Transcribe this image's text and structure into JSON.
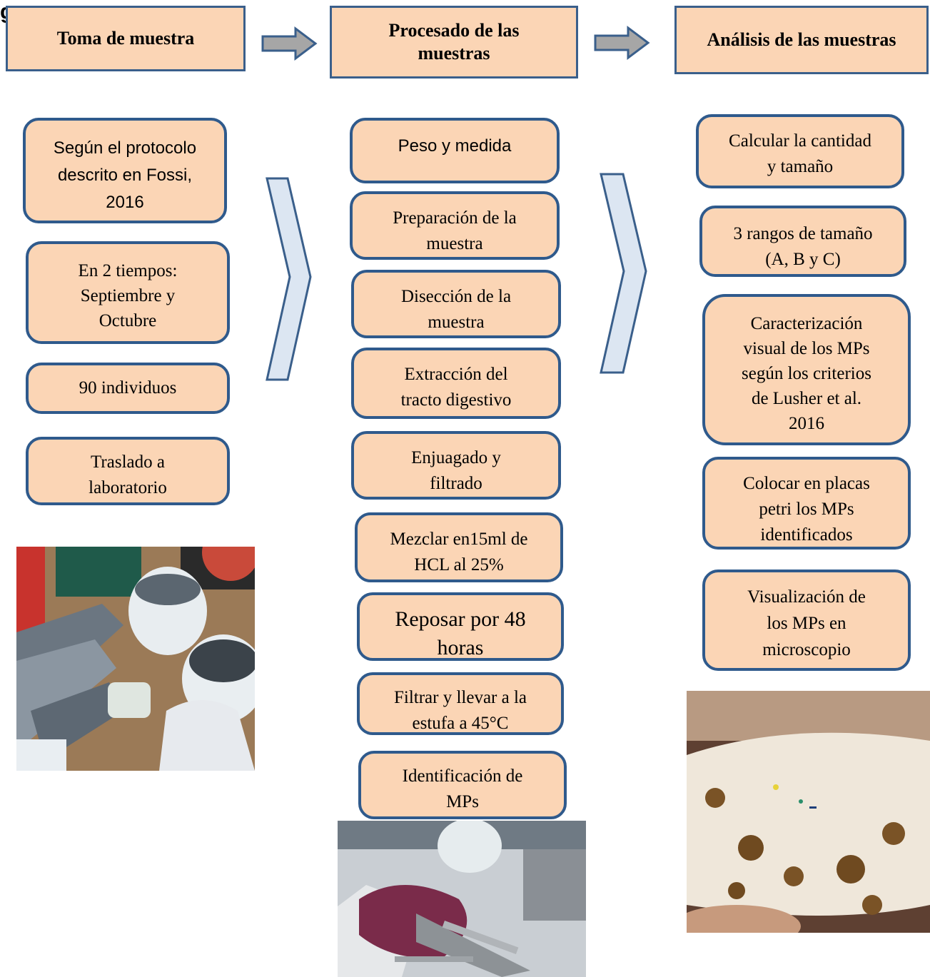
{
  "partial_heading": "g",
  "headers": {
    "sampling": "Toma de muestra",
    "processing_line1": "Procesado de las",
    "processing_line2": "muestras",
    "analysis": "Análisis de las muestras"
  },
  "sampling_steps": [
    {
      "line1": "Según el protocolo",
      "line2": "descrito en Fossi,",
      "line3": "2016"
    },
    {
      "line1": "En 2 tiempos:",
      "line2": "Septiembre y",
      "line3": "Octubre"
    },
    {
      "line1": "90 individuos"
    },
    {
      "line1": "Traslado a",
      "line2": "laboratorio"
    }
  ],
  "processing_steps": [
    {
      "line1": "Peso y medida"
    },
    {
      "line1": "Preparación de la",
      "line2": "muestra"
    },
    {
      "line1": "Disección de la",
      "line2": "muestra"
    },
    {
      "line1": "Extracción del",
      "line2": "tracto digestivo"
    },
    {
      "line1": "Enjuagado y",
      "line2": "filtrado"
    },
    {
      "line1": "Mezclar en15ml de",
      "line2": "HCL al 25%"
    },
    {
      "line1": "Reposar por 48",
      "line2": "horas"
    },
    {
      "line1": "Filtrar y llevar a la",
      "line2": "estufa a 45°C"
    },
    {
      "line1": "Identificación de",
      "line2": "MPs"
    }
  ],
  "analysis_steps": [
    {
      "line1": "Calcular la cantidad",
      "line2": "y tamaño"
    },
    {
      "line1": "3 rangos de tamaño",
      "line2": "(A, B y C)"
    },
    {
      "line1": "Caracterización",
      "line2": "visual de los MPs",
      "line3": "según los criterios",
      "line4": "de Lusher et al.",
      "line5": "2016"
    },
    {
      "line1": "Colocar en placas",
      "line2": "petri los MPs",
      "line3": "identificados"
    },
    {
      "line1": "Visualización de",
      "line2": "los MPs en",
      "line3": "microscopio"
    }
  ],
  "colors": {
    "box_fill": "#fbd5b5",
    "box_border": "#2f5a8c",
    "chevron_fill": "#dce6f2",
    "arrow_fill": "#a6a6a6"
  },
  "icons": [
    "right-arrow-icon",
    "chevron-right-icon"
  ]
}
